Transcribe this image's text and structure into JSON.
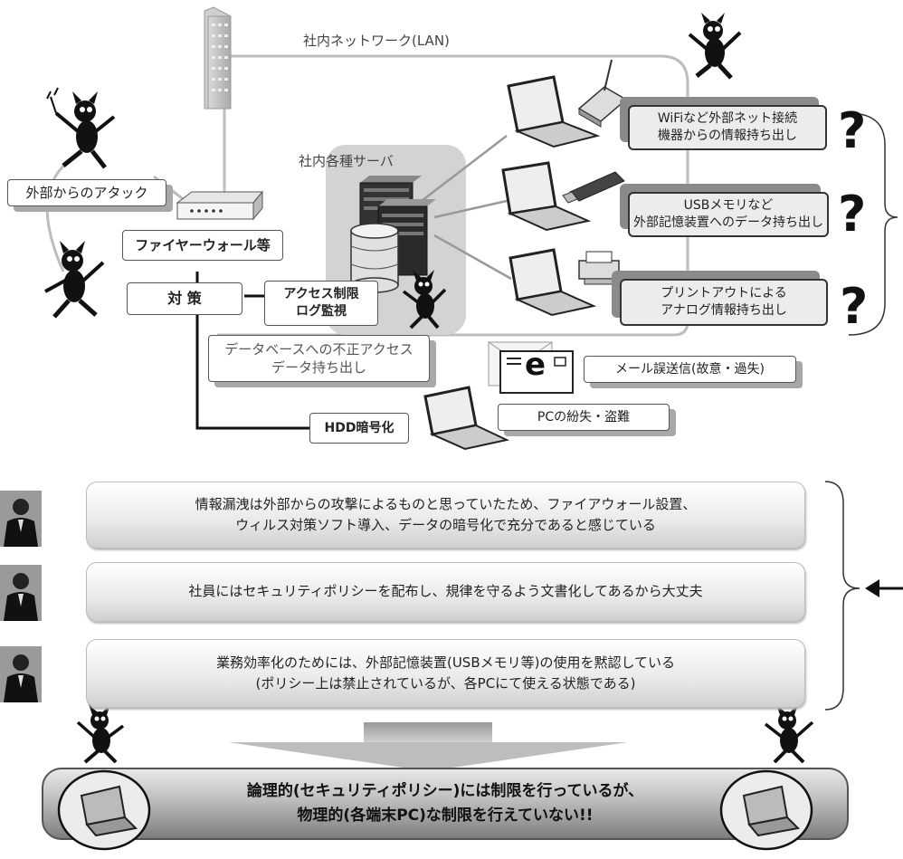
{
  "top": {
    "lan_label": "社内ネットワーク(LAN)",
    "server_label": "社内各種サーバ",
    "attack_label": "外部からのアタック",
    "firewall_label": "ファイヤーウォール等",
    "measures_label": "対 策",
    "access_label_1": "アクセス制限",
    "access_label_2": "ログ監視",
    "db_leak_1": "データベースへの不正アクセス",
    "db_leak_2": "データ持ち出し",
    "hdd_label": "HDD暗号化",
    "mail_label": "メール誤送信(故意・過失)",
    "pc_loss_label": "PCの紛失・盗難",
    "mail_icon_letter": "e",
    "risk_boxes": [
      {
        "line1": "WiFiなど外部ネット接続",
        "line2": "機器からの情報持ち出し",
        "mark": "?"
      },
      {
        "line1": "USBメモリなど",
        "line2": "外部記憶装置へのデータ持ち出し",
        "mark": "?"
      },
      {
        "line1": "プリントアウトによる",
        "line2": "アナログ情報持ち出し",
        "mark": "?"
      }
    ]
  },
  "statements": [
    {
      "line1": "情報漏洩は外部からの攻撃によるものと思っていたため、ファイアウォール設置、",
      "line2": "ウィルス対策ソフト導入、データの暗号化で充分であると感じている"
    },
    {
      "line1": "社員にはセキュリティポリシーを配布し、規律を守るよう文書化してあるから大丈夫",
      "line2": ""
    },
    {
      "line1": "業務効率化のためには、外部記憶装置(USBメモリ等)の使用を黙認している",
      "line2": "(ポリシー上は禁止されているが、各PCにて使える状態である)"
    }
  ],
  "conclusion": {
    "line1": "論理的(セキュリティポリシー)には制限を行っているが、",
    "line2": "物理的(各端末PC)な制限を行えていない!!"
  }
}
